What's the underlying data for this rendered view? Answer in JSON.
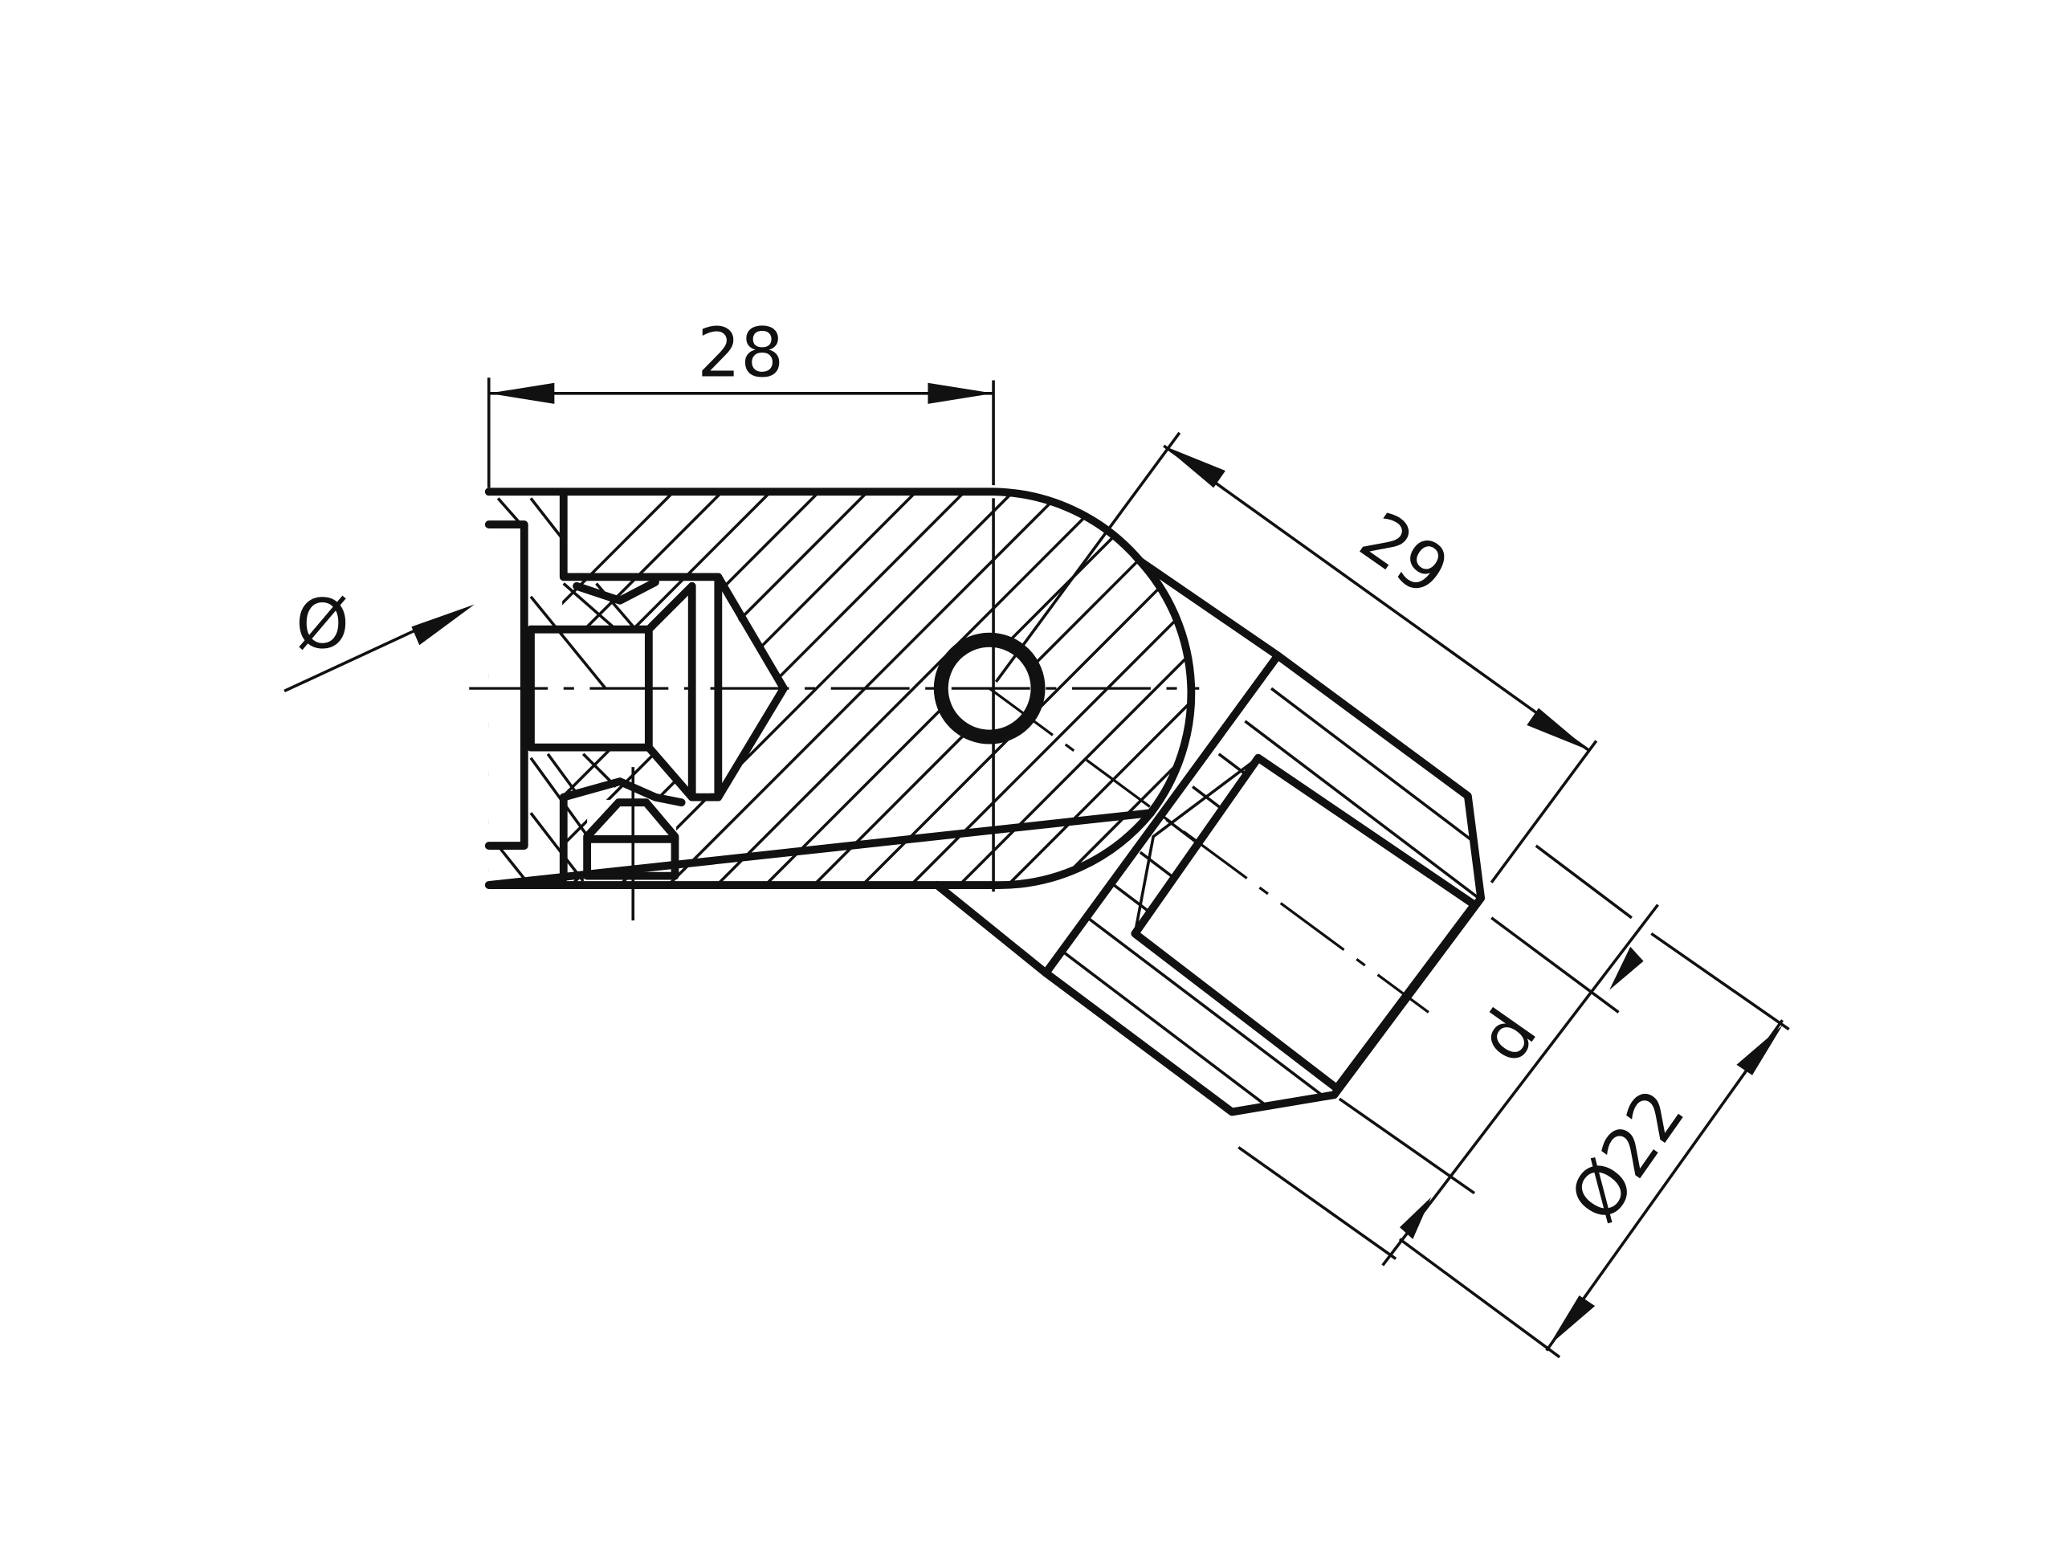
{
  "drawing": {
    "type": "technical cross-section drawing",
    "subject": "adjustable angle tube connector / swivel joint",
    "colors": {
      "line": "#111111",
      "background": "#ffffff"
    }
  },
  "dimensions": {
    "length_horizontal": "28",
    "length_angled": "29",
    "inner_diameter_label": "d",
    "outer_diameter": "Ø22",
    "outer_diameter_value": "22",
    "diameter_symbol": "Ø",
    "left_diameter_symbol": "Ø"
  }
}
